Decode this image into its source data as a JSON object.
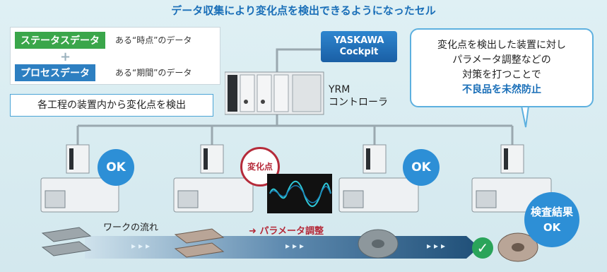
{
  "title": "データ収集により変化点を検出できるようになったセル",
  "legend": {
    "status_tag": "ステータスデータ",
    "status_desc": "ある“時点”のデータ",
    "plus": "+",
    "process_tag": "プロセスデータ",
    "process_desc": "ある“期間”のデータ"
  },
  "detect_label": "各工程の装置内から変化点を検出",
  "cockpit": {
    "line1": "YASKAWA",
    "line2": "Cockpit"
  },
  "callout": {
    "line1": "変化点を検出した装置に対し",
    "line2": "パラメータ調整などの",
    "line3": "対策を打つことで",
    "line4": "不良品を未然防止"
  },
  "controller": {
    "line1": "YRM",
    "line2": "コントローラ"
  },
  "badges": {
    "ok1": "OK",
    "change": "変化点",
    "ok2": "OK",
    "result_line1": "検査結果",
    "result_line2": "OK"
  },
  "flow_label": "ワークの流れ",
  "param_label": "パラメータ調整",
  "arrows": "▸▸▸",
  "colors": {
    "accent": "#1a6fb8",
    "ok": "#2d8fd6",
    "alert": "#b52b3a",
    "green": "#3aa64a"
  }
}
